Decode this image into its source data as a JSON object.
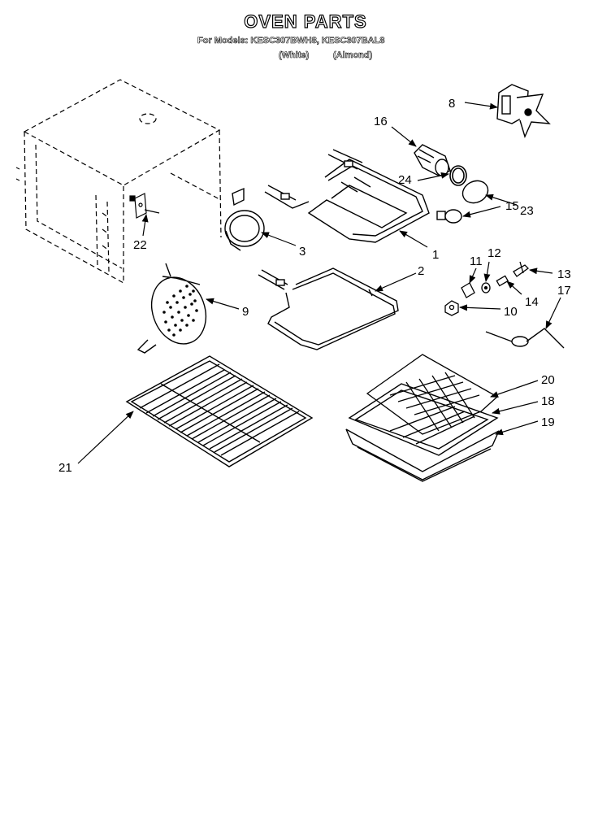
{
  "header": {
    "title": "OVEN PARTS",
    "models_line": "For Models: KESC307BWH8, KESC307BAL8",
    "color_white": "(White)",
    "color_almond": "(Almond)"
  },
  "callouts": [
    {
      "id": "c1",
      "label": "1"
    },
    {
      "id": "c2",
      "label": "2"
    },
    {
      "id": "c3",
      "label": "3"
    },
    {
      "id": "c8",
      "label": "8"
    },
    {
      "id": "c9",
      "label": "9"
    },
    {
      "id": "c10",
      "label": "10"
    },
    {
      "id": "c11",
      "label": "11"
    },
    {
      "id": "c12",
      "label": "12"
    },
    {
      "id": "c13",
      "label": "13"
    },
    {
      "id": "c14",
      "label": "14"
    },
    {
      "id": "c15",
      "label": "15"
    },
    {
      "id": "c16",
      "label": "16"
    },
    {
      "id": "c17",
      "label": "17"
    },
    {
      "id": "c18",
      "label": "18"
    },
    {
      "id": "c19",
      "label": "19"
    },
    {
      "id": "c20",
      "label": "20"
    },
    {
      "id": "c21",
      "label": "21"
    },
    {
      "id": "c22",
      "label": "22"
    },
    {
      "id": "c23",
      "label": "23"
    },
    {
      "id": "c24",
      "label": "24"
    }
  ]
}
